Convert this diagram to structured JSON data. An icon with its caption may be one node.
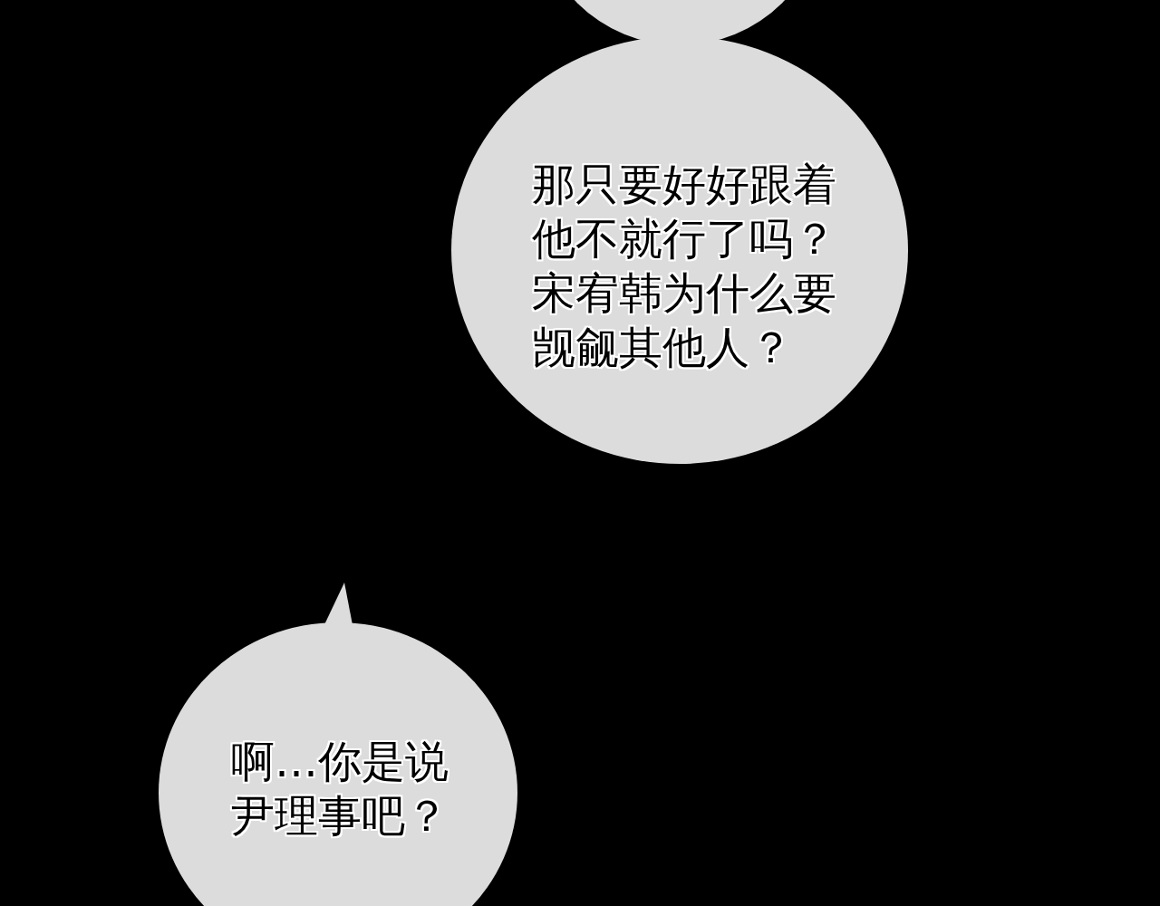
{
  "diagram": {
    "nodes": [
      {
        "text": [],
        "shape": "circle"
      },
      {
        "text": [
          "那只要好好跟着他不就行了吗？宋宥韩为什么要觊觎其他人？"
        ]
      },
      {
        "text": [
          "啊…你是说尹理事吧？"
        ]
      }
    ]
  }
}
